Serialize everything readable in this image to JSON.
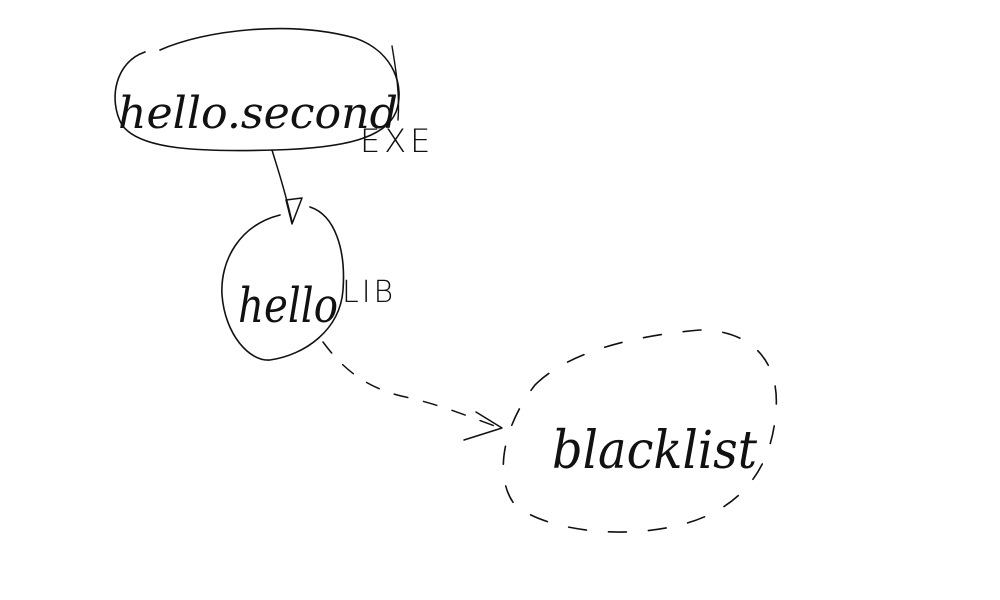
{
  "ink_color": "#111111",
  "background_color": "#ffffff",
  "nodes": [
    {
      "id": "hello-second",
      "label": "hello.second",
      "tag": "EXE",
      "border": "solid"
    },
    {
      "id": "hello-lib",
      "label": "hello",
      "tag": "LIB",
      "border": "solid"
    },
    {
      "id": "blacklist",
      "label": "blacklist",
      "tag": "",
      "border": "dashed"
    }
  ],
  "edges": [
    {
      "from": "hello-second",
      "to": "hello-lib",
      "style": "solid"
    },
    {
      "from": "hello-lib",
      "to": "blacklist",
      "style": "dashed"
    }
  ]
}
